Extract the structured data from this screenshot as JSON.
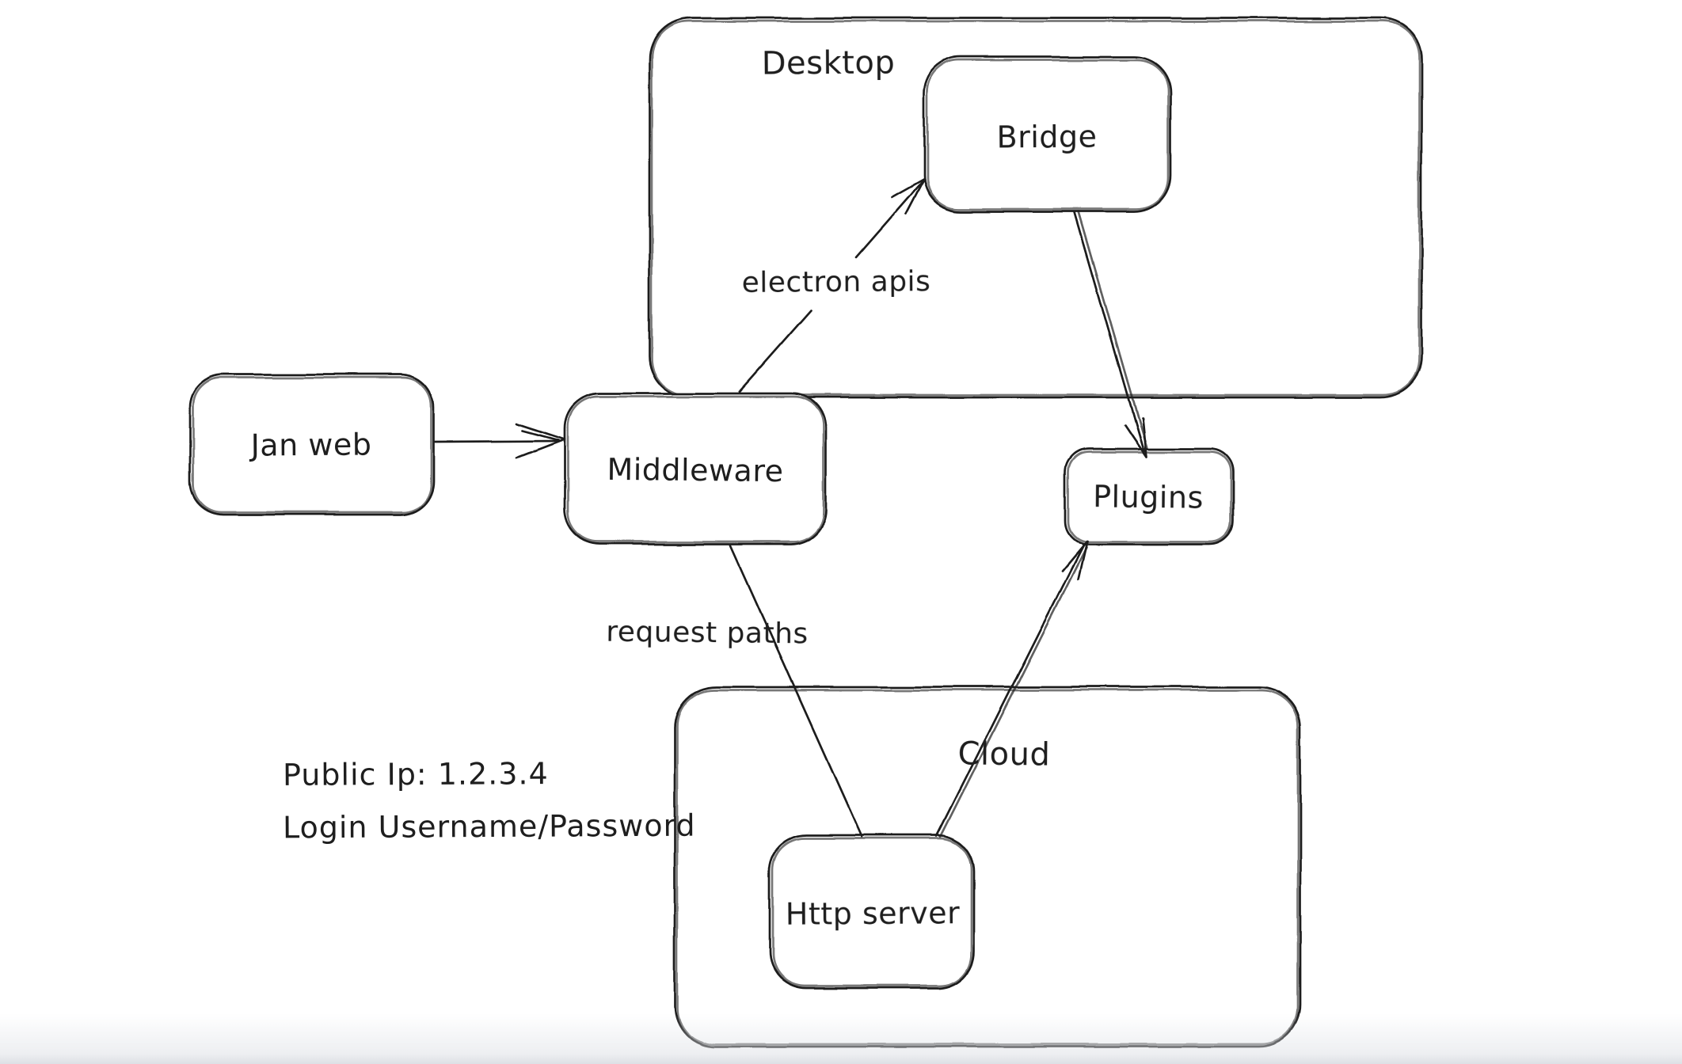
{
  "diagram": {
    "background_color": "#ffffff",
    "stroke_color": "#1e1e1e",
    "containers": [
      {
        "id": "desktop",
        "label": "Desktop"
      },
      {
        "id": "cloud",
        "label": "Cloud"
      }
    ],
    "nodes": [
      {
        "id": "jan-web",
        "label": "Jan web"
      },
      {
        "id": "middleware",
        "label": "Middleware"
      },
      {
        "id": "bridge",
        "label": "Bridge"
      },
      {
        "id": "plugins",
        "label": "Plugins"
      },
      {
        "id": "http-server",
        "label": "Http server"
      }
    ],
    "edges": [
      {
        "id": "jan-web-to-middleware",
        "from": "Jan web",
        "to": "Middleware"
      },
      {
        "id": "middleware-to-bridge",
        "from": "Middleware",
        "to": "Bridge",
        "label": "electron apis"
      },
      {
        "id": "bridge-to-plugins",
        "from": "Bridge",
        "to": "Plugins"
      },
      {
        "id": "middleware-to-http-server",
        "from": "Middleware",
        "to": "Http server",
        "label": "request paths"
      },
      {
        "id": "http-server-to-plugins",
        "from": "Http server",
        "to": "Plugins"
      }
    ],
    "annotations": [
      "Public Ip: 1.2.3.4",
      "Login Username/Password"
    ]
  }
}
